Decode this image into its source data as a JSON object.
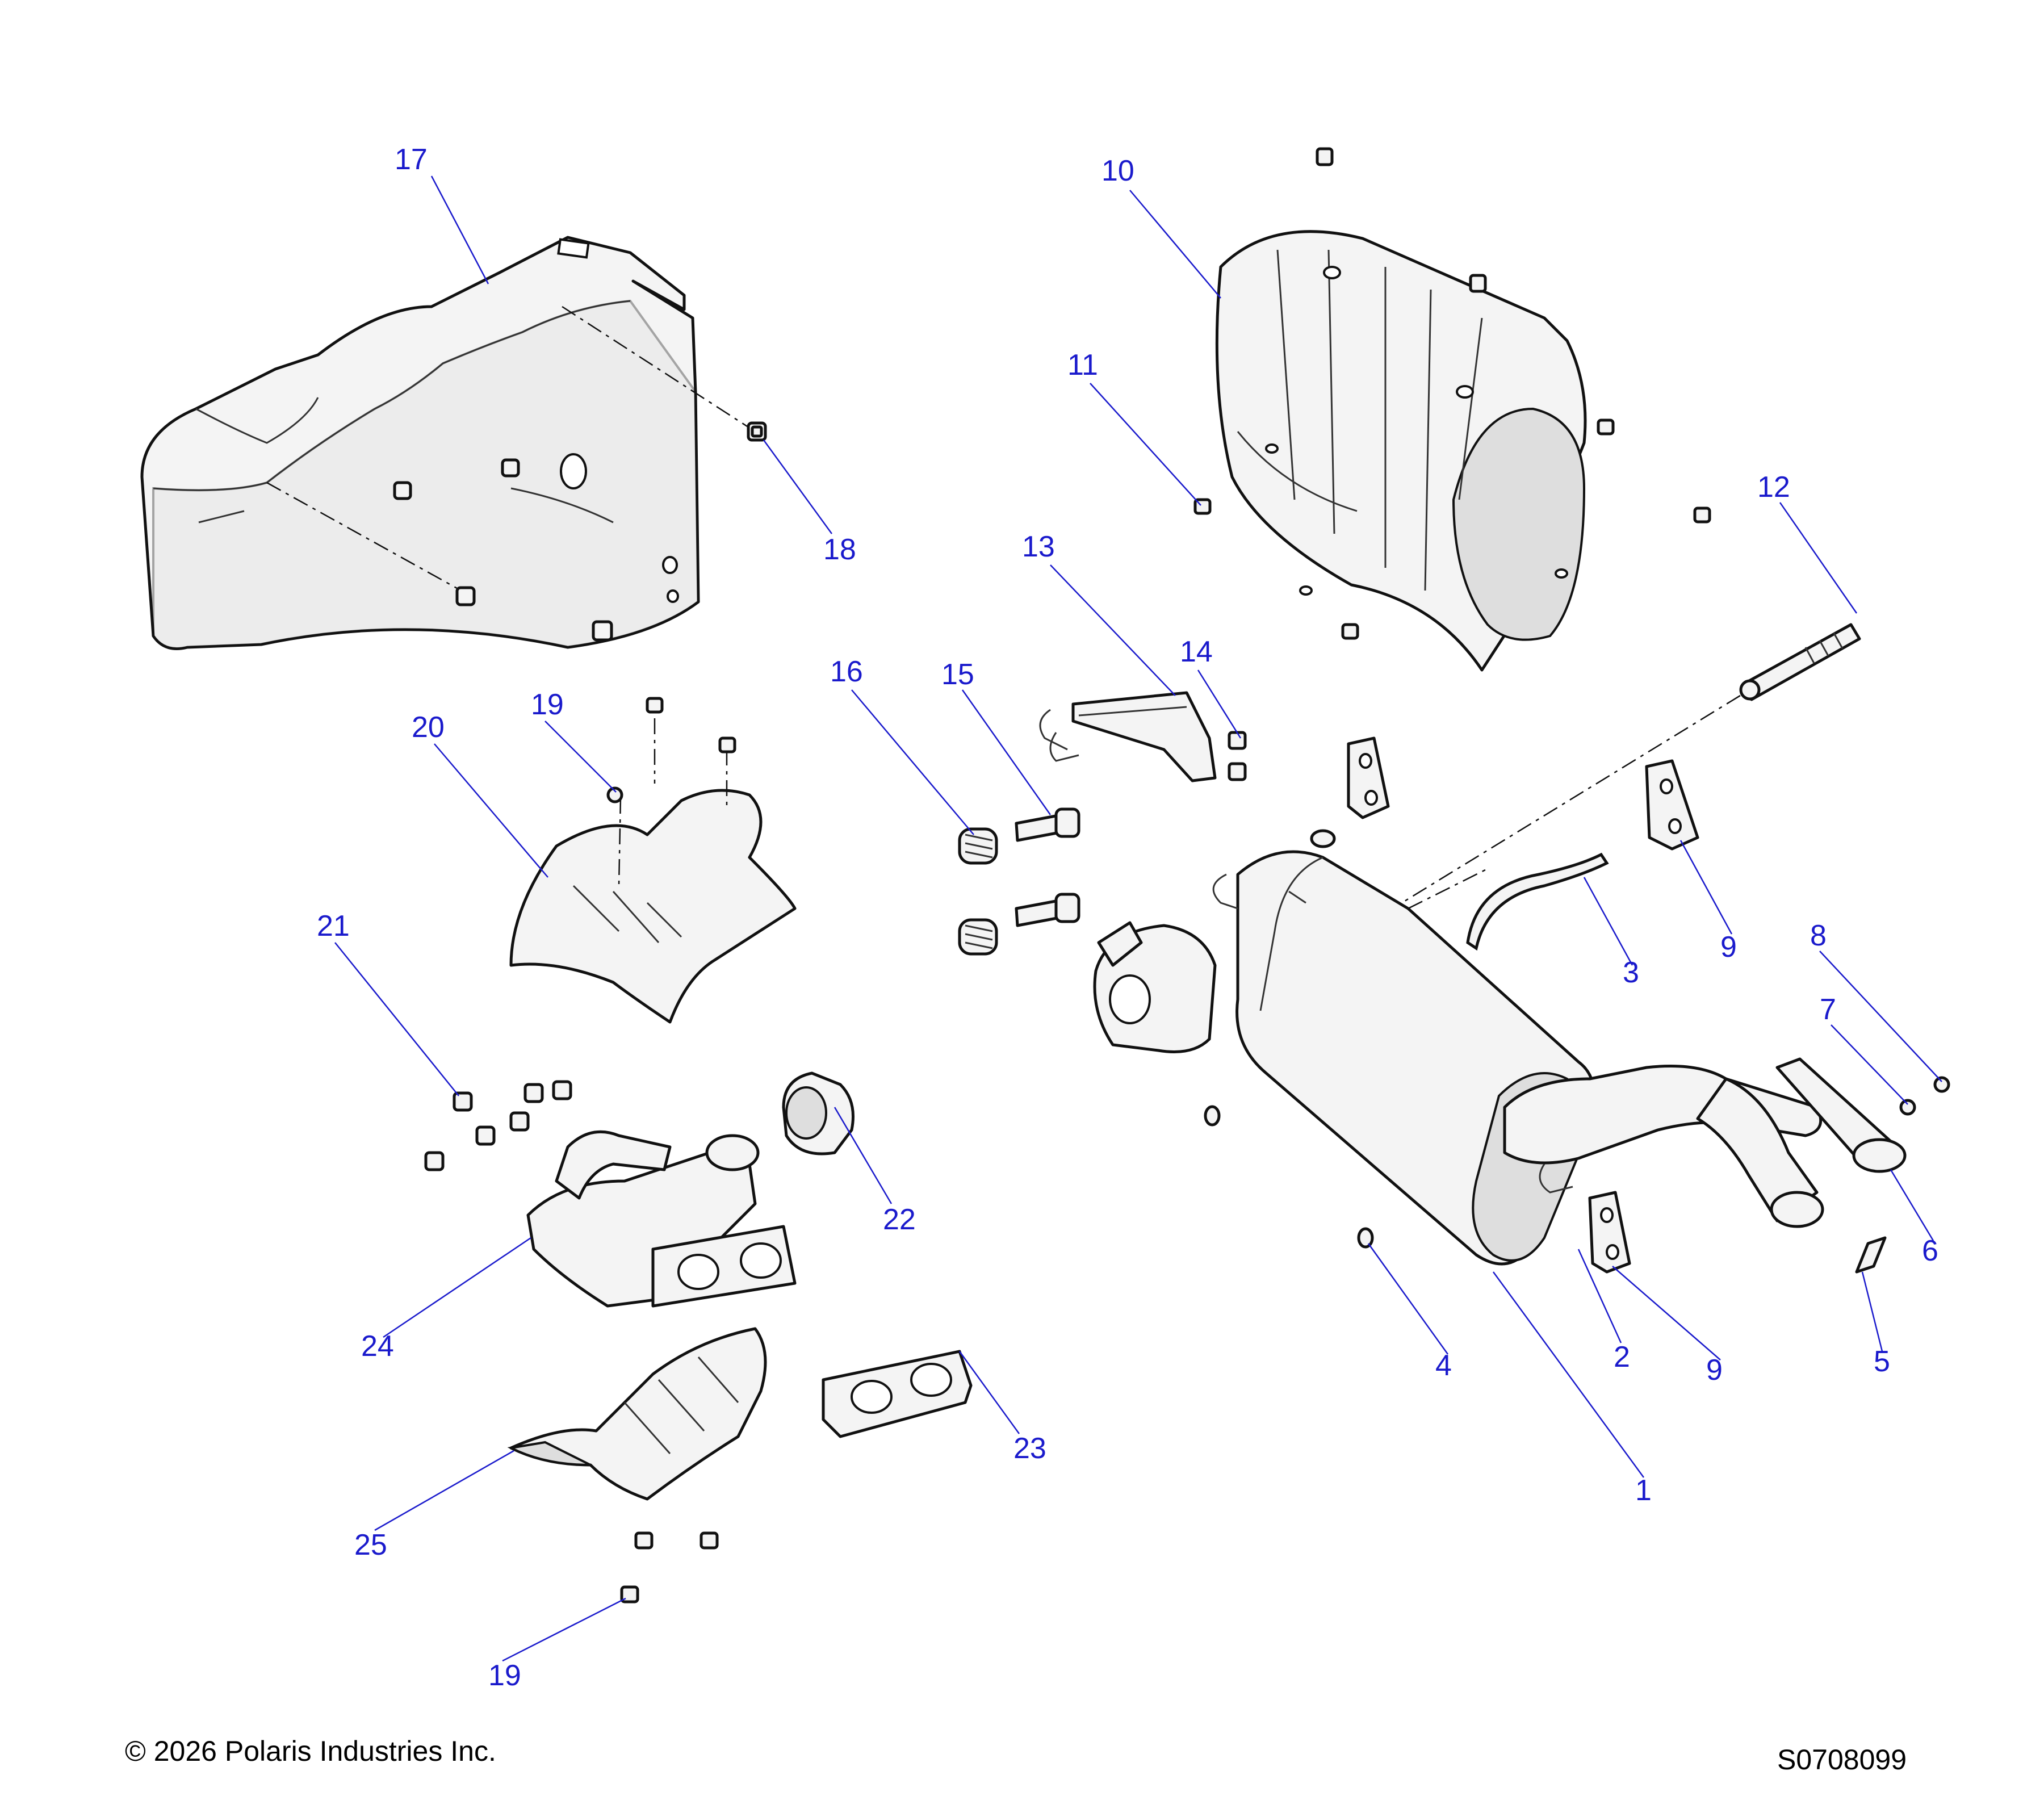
{
  "diagram": {
    "callout_color": "#1a1acc",
    "callouts": [
      {
        "id": "1",
        "text": "1"
      },
      {
        "id": "2",
        "text": "2"
      },
      {
        "id": "3",
        "text": "3"
      },
      {
        "id": "4",
        "text": "4"
      },
      {
        "id": "5",
        "text": "5"
      },
      {
        "id": "6",
        "text": "6"
      },
      {
        "id": "7",
        "text": "7"
      },
      {
        "id": "8",
        "text": "8"
      },
      {
        "id": "9a",
        "text": "9"
      },
      {
        "id": "9b",
        "text": "9"
      },
      {
        "id": "10",
        "text": "10"
      },
      {
        "id": "11",
        "text": "11"
      },
      {
        "id": "12",
        "text": "12"
      },
      {
        "id": "13",
        "text": "13"
      },
      {
        "id": "14",
        "text": "14"
      },
      {
        "id": "15",
        "text": "15"
      },
      {
        "id": "16",
        "text": "16"
      },
      {
        "id": "17",
        "text": "17"
      },
      {
        "id": "18",
        "text": "18"
      },
      {
        "id": "19a",
        "text": "19"
      },
      {
        "id": "19b",
        "text": "19"
      },
      {
        "id": "20",
        "text": "20"
      },
      {
        "id": "21",
        "text": "21"
      },
      {
        "id": "22",
        "text": "22"
      },
      {
        "id": "23",
        "text": "23"
      },
      {
        "id": "24",
        "text": "24"
      },
      {
        "id": "25",
        "text": "25"
      }
    ]
  },
  "footer": {
    "copyright": "© 2026 Polaris Industries Inc.",
    "drawing_number": "S0708099"
  }
}
